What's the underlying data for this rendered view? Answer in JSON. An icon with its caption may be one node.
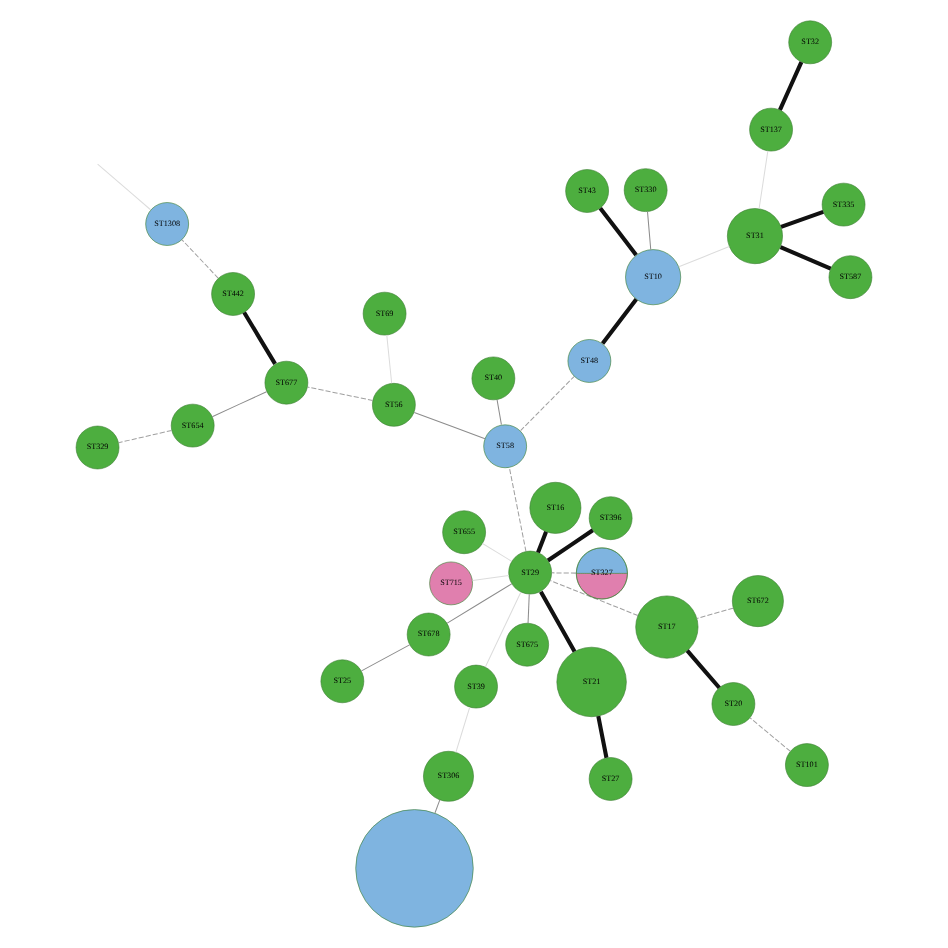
{
  "diagram": {
    "nodes": [
      {
        "text": [],
        "shape": "circle"
      },
      {
        "text": [
          "ST101"
        ]
      },
      {
        "text": [
          "ST306"
        ]
      },
      {
        "text": [
          "ST672"
        ]
      },
      {
        "text": [
          "ST20"
        ]
      },
      {
        "text": [
          "ST655"
        ]
      },
      {
        "text": [
          "ST715"
        ]
      },
      {
        "text": [
          "ST17"
        ]
      },
      {
        "text": [
          "ST39"
        ]
      },
      {
        "text": [
          "ST327"
        ]
      },
      {
        "text": [
          "ST675"
        ]
      },
      {
        "text": [
          "ST25"
        ]
      },
      {
        "text": [
          "ST678"
        ]
      },
      {
        "text": [
          "ST396"
        ]
      },
      {
        "text": [
          "ST29"
        ]
      },
      {
        "text": [
          "ST21"
        ]
      },
      {
        "text": [
          "ST27"
        ]
      },
      {
        "text": [
          "ST16"
        ]
      },
      {
        "text": [
          "ST40"
        ]
      },
      {
        "text": [
          "ST58"
        ]
      },
      {
        "text": [
          "ST56"
        ]
      },
      {
        "text": [
          "ST48"
        ]
      },
      {
        "text": [
          "ST330"
        ]
      },
      {
        "text": [
          "ST10"
        ]
      },
      {
        "text": [
          "ST43"
        ]
      },
      {
        "text": [
          "ST587"
        ]
      },
      {
        "text": [
          "ST31"
        ]
      },
      {
        "text": [
          "ST677"
        ]
      },
      {
        "text": [
          "ST654"
        ]
      },
      {
        "text": [
          "ST335"
        ]
      },
      {
        "text": [
          "ST442"
        ]
      },
      {
        "text": [
          "ST69"
        ]
      },
      {
        "text": [
          "ST329"
        ]
      },
      {
        "text": [
          "ST137"
        ]
      },
      {
        "text": [
          "ST32"
        ]
      },
      {
        "text": [
          "ST1308"
        ]
      }
    ],
    "edges": [
      {
        "from": 0,
        "to": 2,
        "arrow": "none",
        "color": "#8c8c8c"
      },
      {
        "from": 1,
        "to": 4,
        "arrow": "none",
        "style": "dashed",
        "color": "#a0a0a0"
      },
      {
        "from": 4,
        "to": 7,
        "arrow": "none",
        "style": "thick",
        "color": "#111111"
      },
      {
        "from": 3,
        "to": 7,
        "arrow": "none",
        "style": "dashed",
        "color": "#a0a0a0"
      },
      {
        "from": 2,
        "to": 8,
        "arrow": "none",
        "color": "#dcdcdc"
      },
      {
        "from": 8,
        "to": 14,
        "arrow": "none",
        "color": "#dcdcdc"
      },
      {
        "from": 5,
        "to": 14,
        "arrow": "none",
        "color": "#dcdcdc"
      },
      {
        "from": 6,
        "to": 14,
        "arrow": "none",
        "color": "#dcdcdc"
      },
      {
        "from": 7,
        "to": 14,
        "arrow": "none",
        "style": "dashed",
        "color": "#a0a0a0"
      },
      {
        "from": 9,
        "to": 14,
        "arrow": "none",
        "style": "dashed",
        "color": "#a0a0a0"
      },
      {
        "from": 10,
        "to": 14,
        "arrow": "none",
        "color": "#8c8c8c"
      },
      {
        "from": 12,
        "to": 14,
        "arrow": "none",
        "color": "#8c8c8c"
      },
      {
        "from": 11,
        "to": 12,
        "arrow": "none",
        "color": "#8c8c8c"
      },
      {
        "from": 13,
        "to": 14,
        "arrow": "none",
        "style": "thick",
        "color": "#111111"
      },
      {
        "from": 14,
        "to": 15,
        "arrow": "none",
        "style": "thick",
        "color": "#111111"
      },
      {
        "from": 15,
        "to": 16,
        "arrow": "none",
        "style": "thick",
        "color": "#111111"
      },
      {
        "from": 14,
        "to": 17,
        "arrow": "none",
        "style": "thick",
        "color": "#111111"
      },
      {
        "from": 14,
        "to": 19,
        "arrow": "none",
        "style": "dashed",
        "color": "#a0a0a0"
      },
      {
        "from": 18,
        "to": 19,
        "arrow": "none",
        "color": "#8c8c8c"
      },
      {
        "from": 19,
        "to": 20,
        "arrow": "none",
        "color": "#8c8c8c"
      },
      {
        "from": 19,
        "to": 21,
        "arrow": "none",
        "style": "dashed",
        "color": "#a0a0a0"
      },
      {
        "from": 21,
        "to": 23,
        "arrow": "none",
        "style": "thick",
        "color": "#111111"
      },
      {
        "from": 22,
        "to": 23,
        "arrow": "none",
        "color": "#8c8c8c"
      },
      {
        "from": 23,
        "to": 24,
        "arrow": "none",
        "style": "thick",
        "color": "#111111"
      },
      {
        "from": 23,
        "to": 26,
        "arrow": "none",
        "color": "#dcdcdc"
      },
      {
        "from": 25,
        "to": 26,
        "arrow": "none",
        "style": "thick",
        "color": "#111111"
      },
      {
        "from": 26,
        "to": 29,
        "arrow": "none",
        "style": "thick",
        "color": "#111111"
      },
      {
        "from": 26,
        "to": 33,
        "arrow": "none",
        "color": "#dcdcdc"
      },
      {
        "from": 33,
        "to": 34,
        "arrow": "none",
        "style": "thick",
        "color": "#111111"
      },
      {
        "from": 20,
        "to": 31,
        "arrow": "none",
        "color": "#dcdcdc"
      },
      {
        "from": 20,
        "to": 27,
        "arrow": "none",
        "style": "dashed",
        "color": "#a0a0a0"
      },
      {
        "from": 27,
        "to": 28,
        "arrow": "none",
        "color": "#8c8c8c"
      },
      {
        "from": 27,
        "to": 30,
        "arrow": "none",
        "style": "thick",
        "color": "#111111"
      },
      {
        "from": 28,
        "to": 32,
        "arrow": "none",
        "style": "dashed",
        "color": "#a0a0a0"
      },
      {
        "from": 30,
        "to": 35,
        "arrow": "none",
        "style": "dashed",
        "color": "#a0a0a0"
      },
      {
        "from": 35,
        "to": null,
        "arrow": "none",
        "color": "#dcdcdc"
      }
    ]
  }
}
